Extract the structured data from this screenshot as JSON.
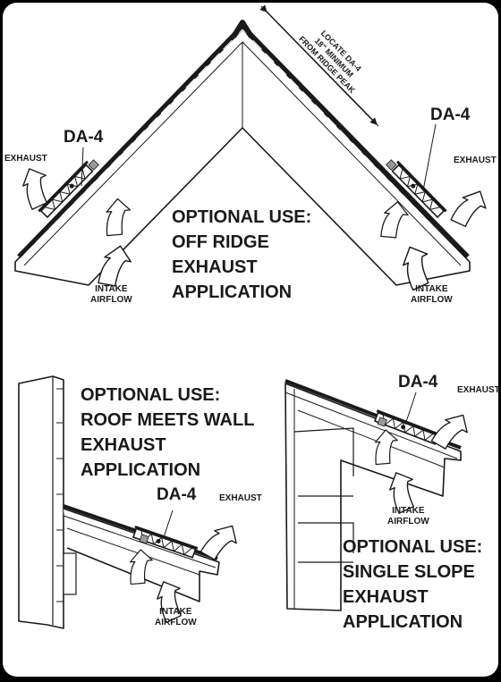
{
  "top": {
    "locate_note": [
      "LOCATE DA-4",
      "18\" MINIMUM",
      "FROM RIDGE PEAK"
    ],
    "left": {
      "product": "DA-4",
      "exhaust": "EXHAUST",
      "intake": [
        "INTAKE",
        "AIRFLOW"
      ]
    },
    "right": {
      "product": "DA-4",
      "exhaust": "EXHAUST",
      "intake": [
        "INTAKE",
        "AIRFLOW"
      ]
    },
    "title": [
      "OPTIONAL USE:",
      "OFF RIDGE",
      "EXHAUST",
      "APPLICATION"
    ]
  },
  "wall": {
    "title": [
      "OPTIONAL USE:",
      "ROOF MEETS WALL",
      "EXHAUST",
      "APPLICATION"
    ],
    "product": "DA-4",
    "exhaust": "EXHAUST",
    "intake": [
      "INTAKE",
      "AIRFLOW"
    ]
  },
  "single": {
    "product": "DA-4",
    "exhaust": "EXHAUST",
    "intake": [
      "INTAKE",
      "AIRFLOW"
    ],
    "title": [
      "OPTIONAL USE:",
      "SINGLE SLOPE",
      "EXHAUST",
      "APPLICATION"
    ]
  }
}
